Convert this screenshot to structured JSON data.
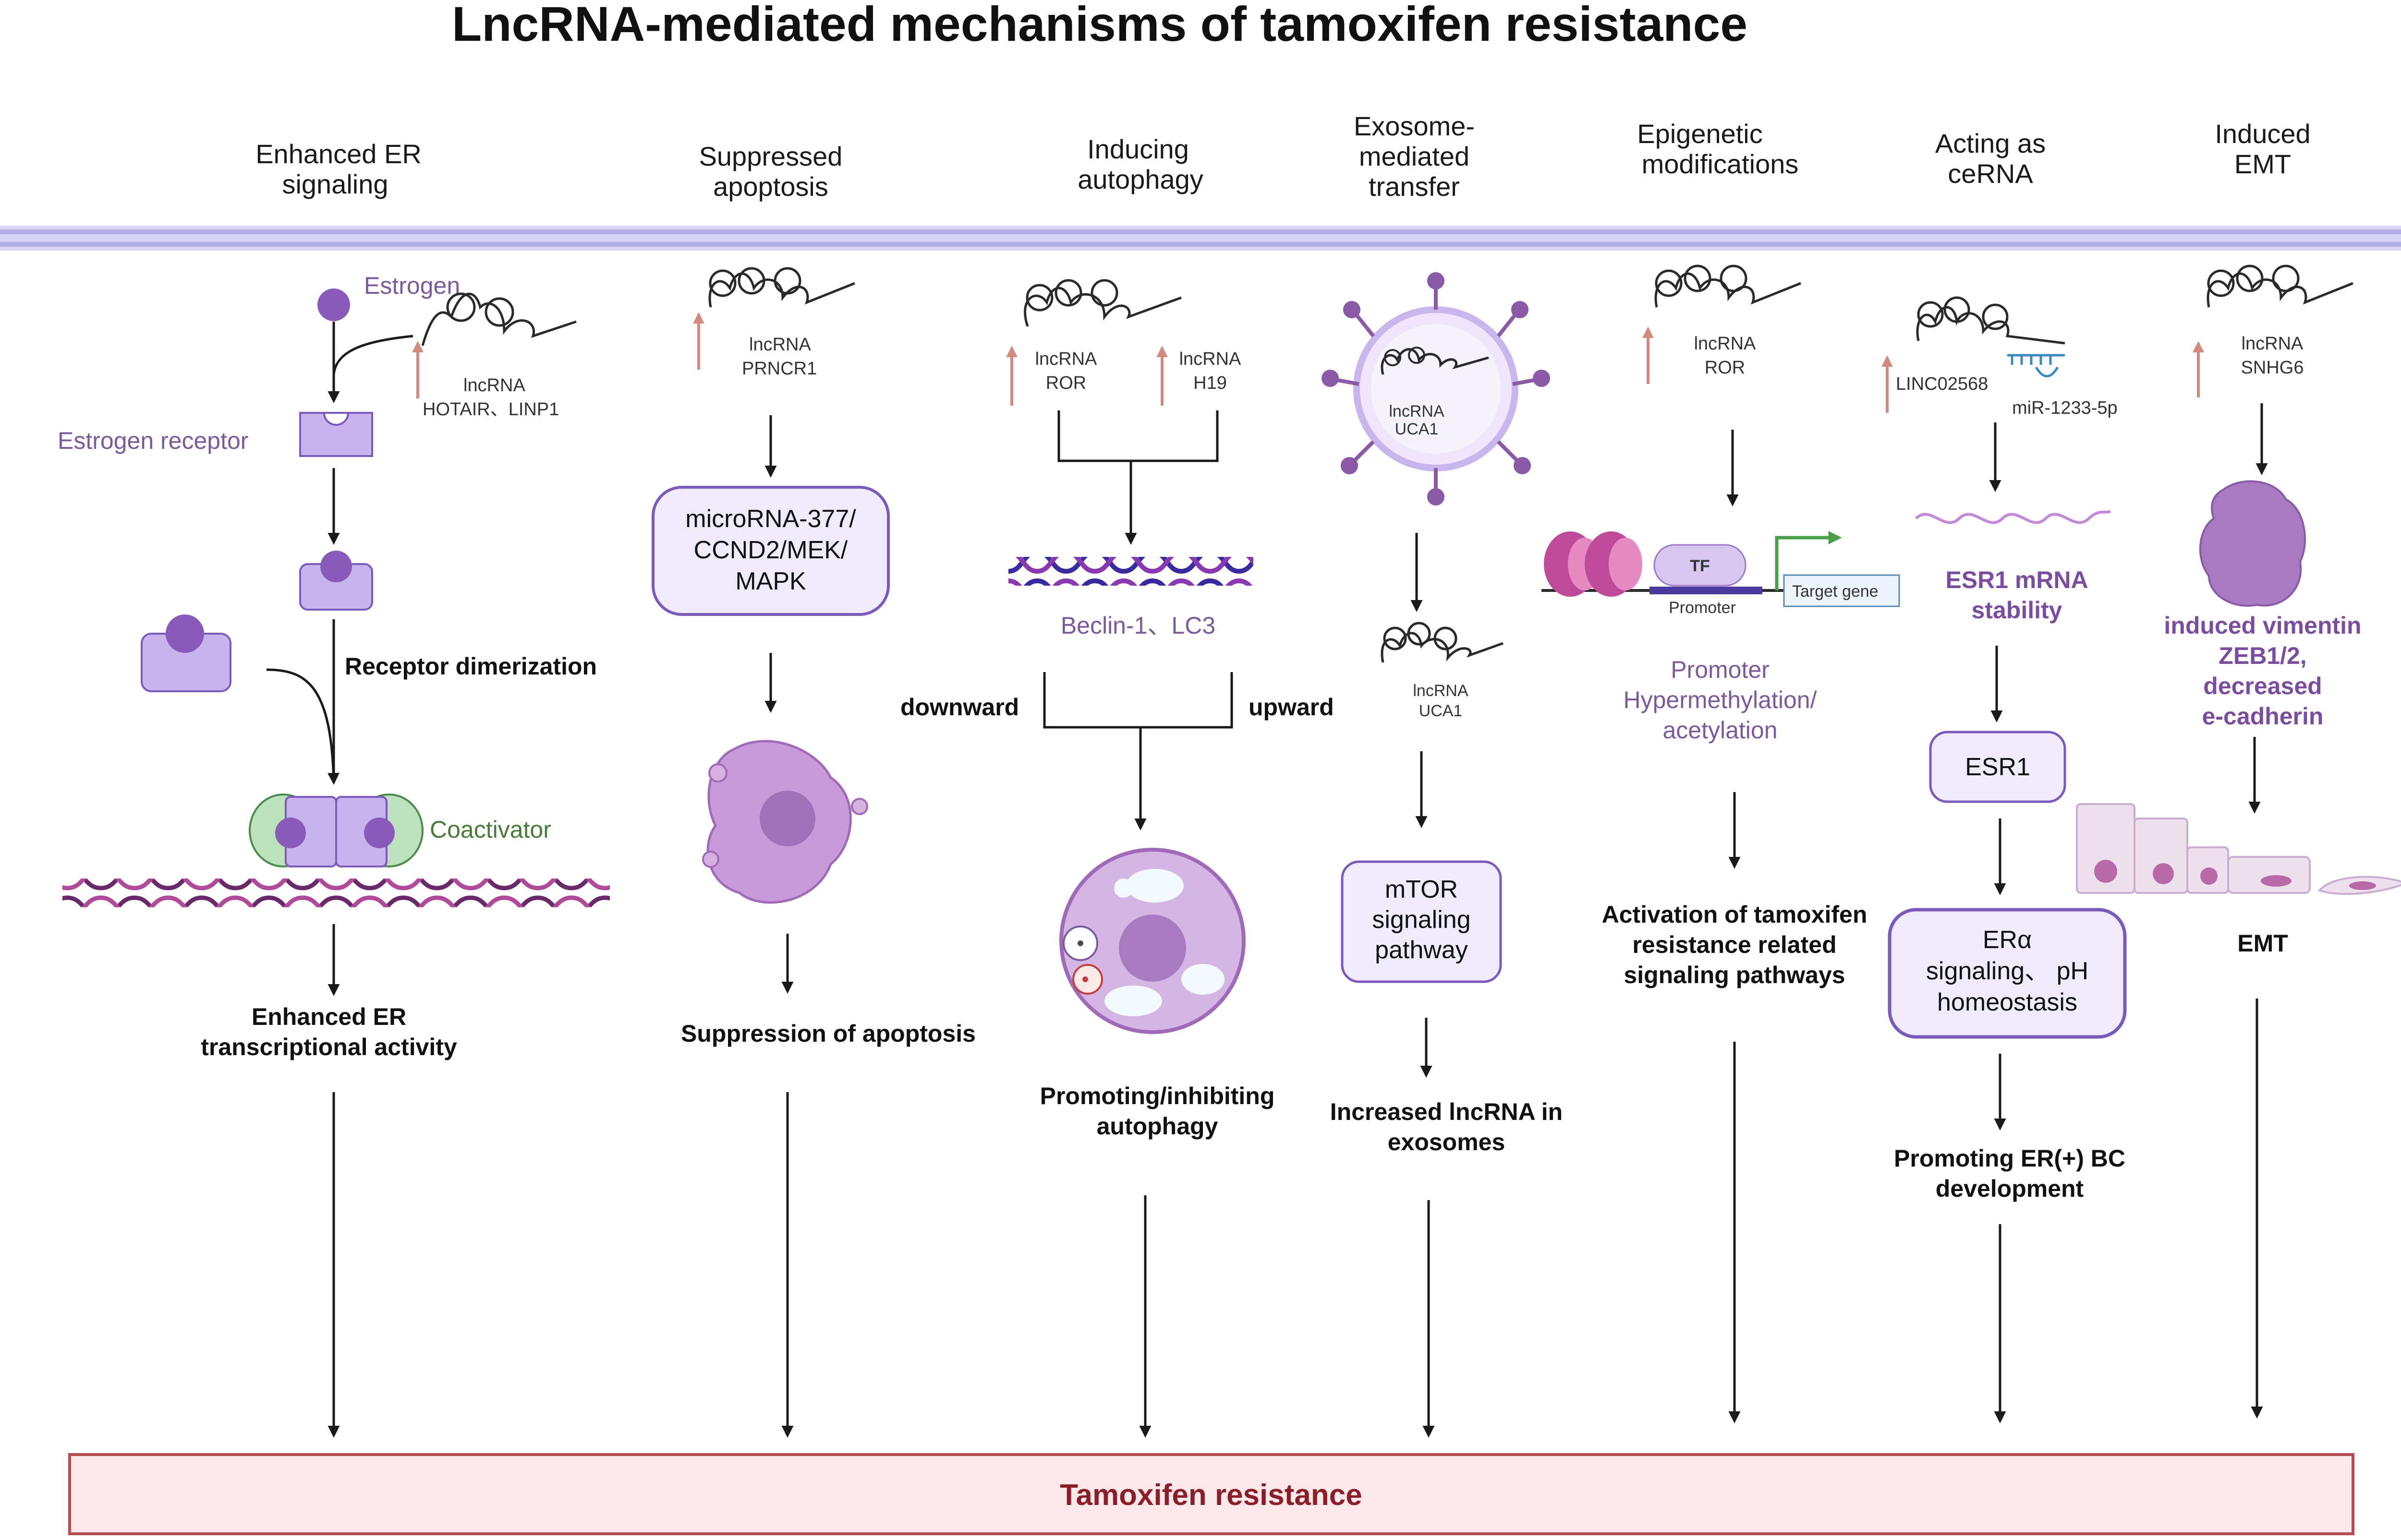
{
  "title": "LncRNA-mediated mechanisms of tamoxifen resistance",
  "columns": [
    {
      "heading": [
        "Enhanced ER",
        "signaling"
      ]
    },
    {
      "heading": [
        "Suppressed",
        "apoptosis"
      ]
    },
    {
      "heading": [
        "Inducing",
        "autophagy"
      ]
    },
    {
      "heading": [
        "Exosome-",
        "mediated",
        "transfer"
      ]
    },
    {
      "heading": [
        "Epigenetic",
        "modifications"
      ]
    },
    {
      "heading": [
        "Acting as",
        "ceRNA"
      ]
    },
    {
      "heading": [
        "Induced",
        "EMT"
      ]
    }
  ],
  "col1": {
    "estrogen": "Estrogen",
    "lncrna": "lncRNA",
    "lncrna_names": "HOTAIR、LINP1",
    "receptor": "Estrogen receptor",
    "dimerization": "Receptor dimerization",
    "coactivator": "Coactivator",
    "outcome": [
      "Enhanced ER",
      "transcriptional activity"
    ]
  },
  "col2": {
    "lncrna": "lncRNA",
    "lncrna_name": "PRNCR1",
    "box": [
      "microRNA-377/",
      "CCND2/MEK/",
      "MAPK"
    ],
    "outcome": "Suppression of  apoptosis"
  },
  "col3": {
    "lncrna_a": "lncRNA",
    "lncrna_a_name": "ROR",
    "lncrna_b": "lncRNA",
    "lncrna_b_name": "H19",
    "genes": "Beclin-1、LC3",
    "downward": "downward",
    "upward": "upward",
    "outcome": [
      "Promoting/inhibiting",
      "autophagy"
    ]
  },
  "col4": {
    "exosome_lncrna": "lncRNA",
    "exosome_lncrna_name": "UCA1",
    "lncrna": "lncRNA",
    "lncrna_name": "UCA1",
    "box": [
      "mTOR",
      "signaling",
      "pathway"
    ],
    "outcome": [
      "Increased lncRNA in",
      "exosomes"
    ]
  },
  "col5": {
    "lncrna": "lncRNA",
    "lncrna_name": "ROR",
    "tf": "TF",
    "promoter": "Promoter",
    "target_gene": "Target gene",
    "mechanism": [
      "Promoter",
      "Hypermethylation/",
      "acetylation"
    ],
    "outcome": [
      "Activation of tamoxifen",
      "resistance related",
      "signaling pathways"
    ]
  },
  "col6": {
    "lncrna_name": "LINC02568",
    "mirna": "miR-1233-5p",
    "stability": [
      "ESR1 mRNA",
      "stability"
    ],
    "esr1": "ESR1",
    "box": [
      "ERα",
      "signaling、 pH",
      "homeostasis"
    ],
    "outcome": [
      "Promoting ER(+) BC",
      "development"
    ]
  },
  "col7": {
    "lncrna": "lncRNA",
    "lncrna_name": "SNHG6",
    "mechanism": [
      "induced vimentin",
      "ZEB1/2,",
      "decreased",
      "e-cadherin"
    ],
    "outcome": "EMT"
  },
  "result": "Tamoxifen resistance",
  "colors": {
    "membrane": "#c9c3ec",
    "receptor": "#c8b4ec",
    "purple_text": "#7a5a9a",
    "result_fill": "#fce8ea",
    "result_border": "#b84a52",
    "result_text": "#8a1f2a",
    "up_arrow": "#d08a80"
  }
}
